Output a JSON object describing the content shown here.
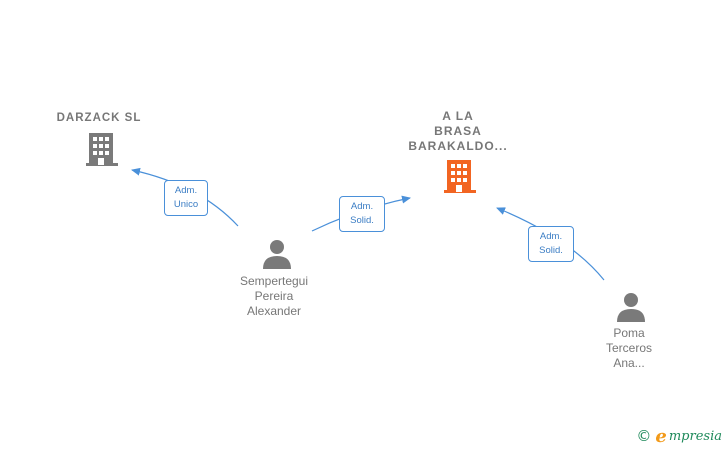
{
  "nodes": {
    "darzack": {
      "label": "DARZACK  SL",
      "type": "company",
      "color": "#7a7a7a"
    },
    "brasa": {
      "label": "A LA\nBRASA\nBARAKALDO...",
      "type": "company",
      "color": "#f26522"
    },
    "sempertegui": {
      "label": "Sempertegui\nPereira\nAlexander",
      "type": "person",
      "color": "#7a7a7a"
    },
    "poma": {
      "label": "Poma\nTerceros\nAna...",
      "type": "person",
      "color": "#7a7a7a"
    }
  },
  "edges": {
    "e1": {
      "label": "Adm.\nUnico"
    },
    "e2": {
      "label": "Adm.\nSolid."
    },
    "e3": {
      "label": "Adm.\nSolid."
    }
  },
  "colors": {
    "edge": "#4a90d9"
  },
  "brand": {
    "copyright": "©",
    "e": "e",
    "name": "mpresia"
  }
}
